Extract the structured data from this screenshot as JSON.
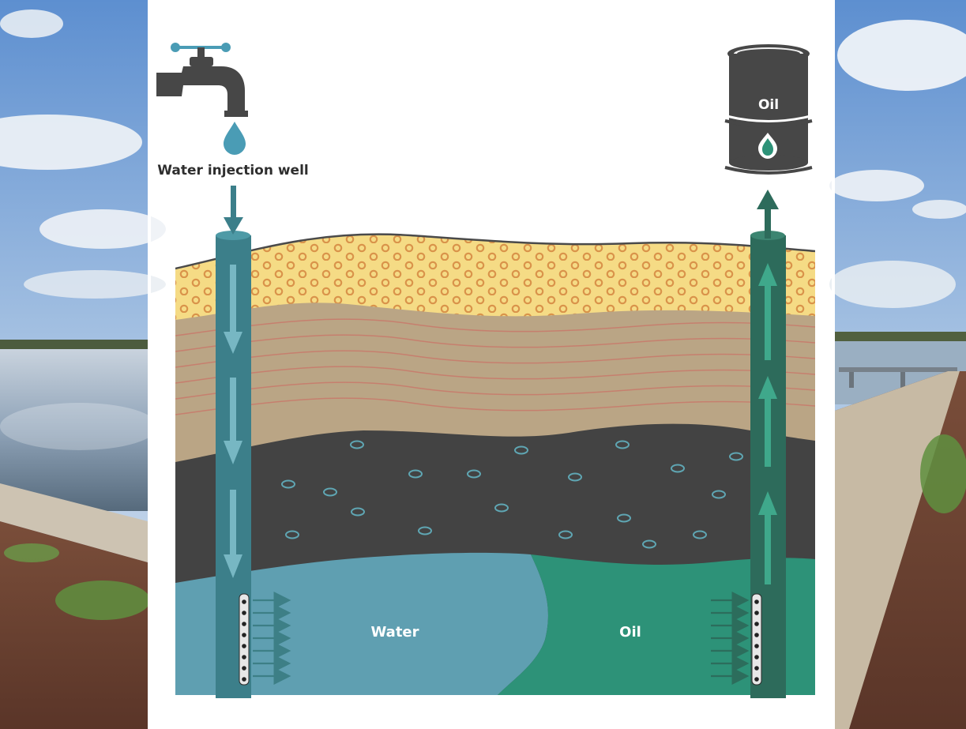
{
  "labels": {
    "injection_well": "Water injection well",
    "barrel": "Oil",
    "water_zone": "Water",
    "oil_zone": "Oil"
  },
  "colors": {
    "sky": "#7fa9d9",
    "sand": "#f5db85",
    "sand_rings": "#d9934a",
    "sediment": "#baa585",
    "sediment_lines": "#c9796b",
    "rock": "#434343",
    "water": "#5f9fb1",
    "oil": "#2d9278",
    "injection_pipe": "#3c7f8a",
    "production_pipe": "#2d6b5b",
    "icon_dark": "#474747",
    "icon_accent": "#4a9cb5"
  },
  "icons": {
    "faucet": "faucet-icon",
    "drop": "water-drop-icon",
    "barrel": "oil-barrel-icon",
    "oil_drop": "oil-drop-icon"
  }
}
